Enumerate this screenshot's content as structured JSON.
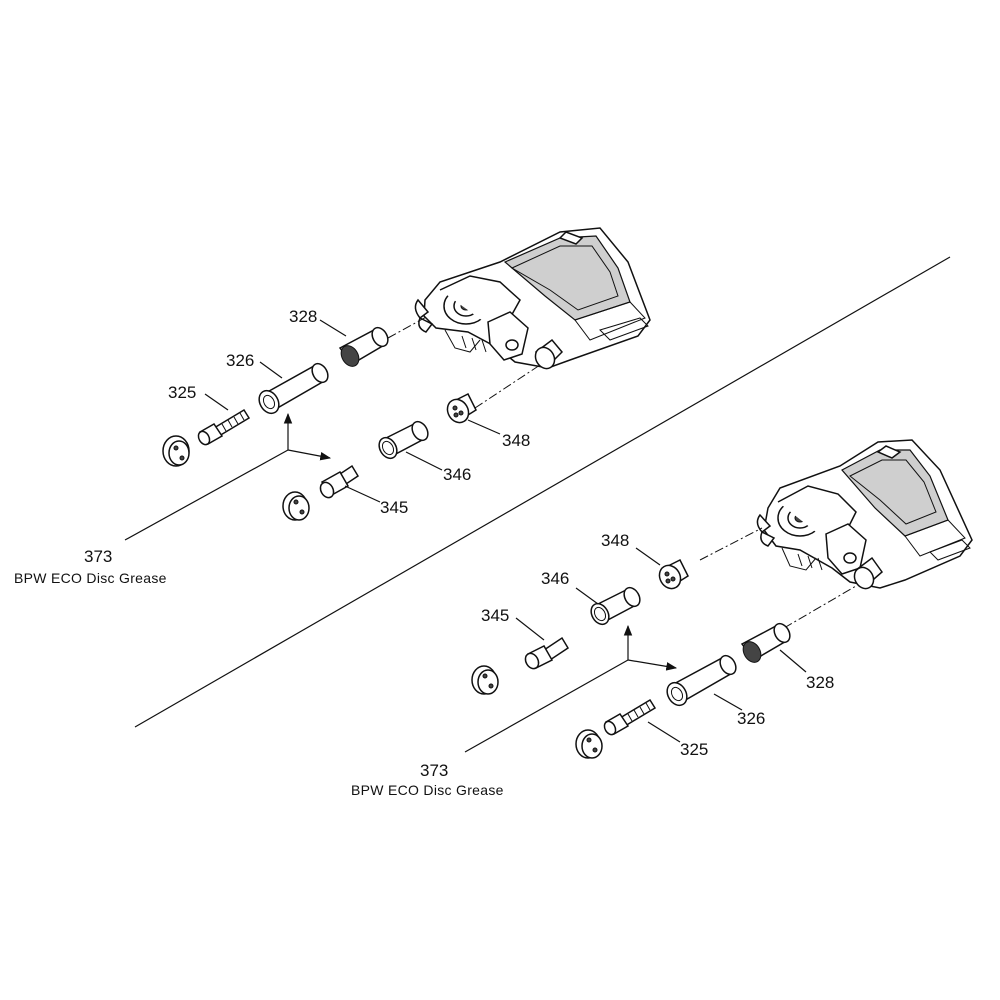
{
  "labels": {
    "top": {
      "p328": "328",
      "p326": "326",
      "p325": "325",
      "p348": "348",
      "p346": "346",
      "p345": "345",
      "p373": "373",
      "grease": "BPW ECO Disc Grease"
    },
    "bottom": {
      "p348": "348",
      "p346": "346",
      "p345": "345",
      "p328": "328",
      "p326": "326",
      "p325": "325",
      "p373": "373",
      "grease": "BPW ECO Disc Grease"
    }
  },
  "icons": [
    "caliper-housing",
    "bushing",
    "sleeve",
    "bolt",
    "cap",
    "arrow"
  ]
}
